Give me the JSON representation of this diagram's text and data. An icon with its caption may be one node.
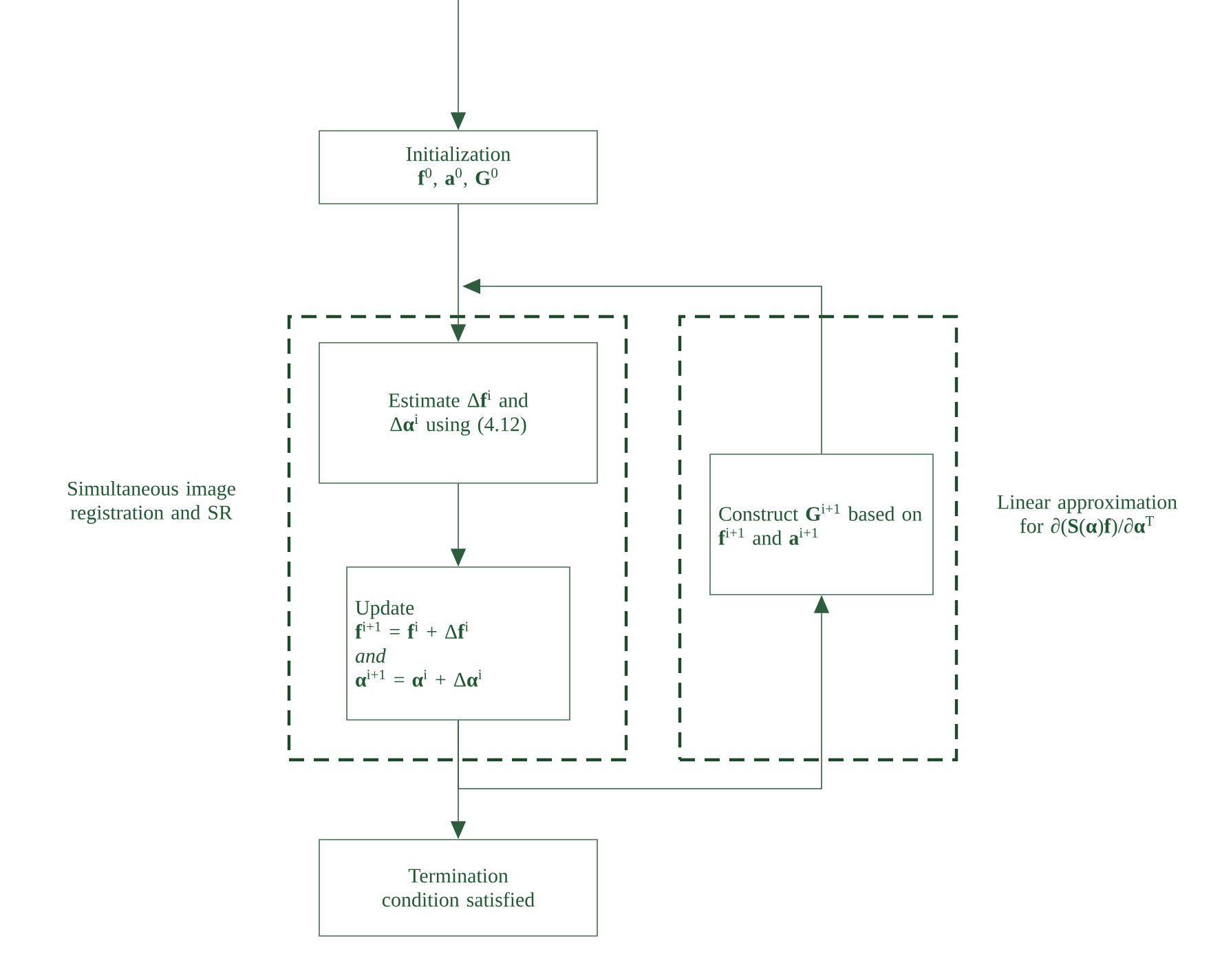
{
  "diagram": {
    "nodes": [
      {
        "text": [
          "Initialization",
          "**f**$^{0}$, **a**$^{0}$, **G**$^{0}$"
        ]
      },
      {
        "text": [],
        "shape": "box",
        "beside": [
          "Simultaneous image registration and SR"
        ]
      },
      {
        "text": [
          "Estimate Δ**f**$^{i}$ and Δ**α**$^{i}$ using (4.12)"
        ],
        "in": 1
      },
      {
        "text": [
          "Update",
          "**f**$^{i+1}$ = **f**$^{i}$ + Δ**f**$^{i}$",
          "*and*",
          "**α**$^{i+1}$ = **α**$^{i}$ + Δ**α**$^{i}$"
        ],
        "in": 1
      },
      {
        "text": [],
        "shape": "box",
        "beside": [
          "Linear approximation for ∂(**S**(**α**)**f**)/∂**α**$^{T}$"
        ]
      },
      {
        "text": [
          "Construct **G**$^{i+1}$ based on **f**$^{i+1}$ and **a**$^{i+1}$"
        ],
        "in": 4
      },
      {
        "text": [
          "Termination condition satisfied"
        ]
      }
    ],
    "edges": [
      {
        "from": null,
        "to": 0,
        "arrow": "to"
      },
      {
        "from": 0,
        "to": 2,
        "arrow": "to"
      },
      {
        "from": 2,
        "to": 3,
        "arrow": "to"
      },
      {
        "from": 3,
        "to": 6,
        "arrow": "to"
      },
      {
        "from": 3,
        "to": 5,
        "arrow": "to"
      },
      {
        "from": 5,
        "to": 2,
        "arrow": "to"
      }
    ]
  }
}
